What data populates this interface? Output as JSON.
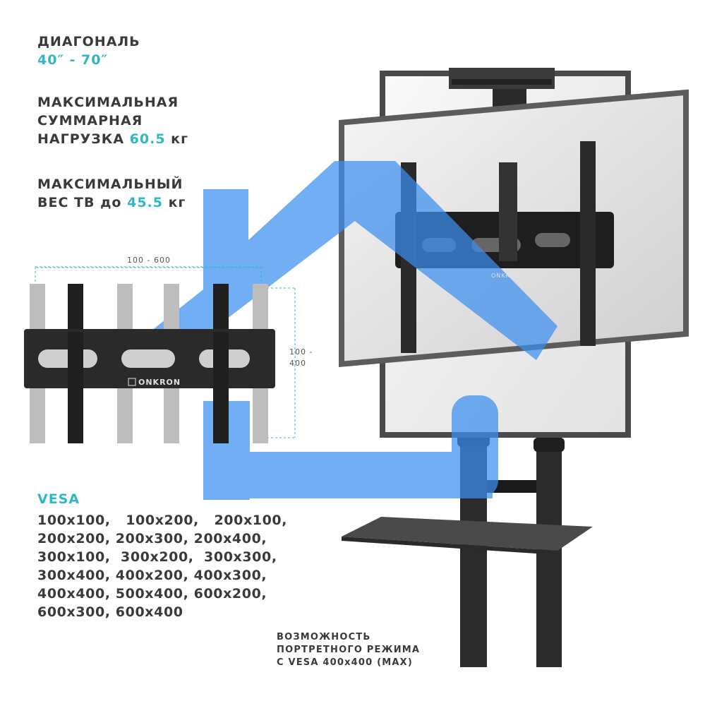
{
  "specs": {
    "diagonal_label": "ДИАГОНАЛЬ",
    "diagonal_value": "40″ - 70″",
    "load_line1": "МАКСИМАЛЬНАЯ",
    "load_line2": "СУММАРНАЯ",
    "load_line3_prefix": "НАГРУЗКА",
    "load_value": "60.5",
    "load_unit": "кг",
    "weight_line1": "МАКСИМАЛЬНЫЙ",
    "weight_line2_prefix": "ВЕС ТВ до",
    "weight_value": "45.5",
    "weight_unit": "кг"
  },
  "mount": {
    "width_range": "100 - 600",
    "height_range_line1": "100 -",
    "height_range_line2": "400",
    "brand": "ONKRON"
  },
  "vesa": {
    "title": "VESA",
    "rows": [
      "100x100,   100x200,   200x100,",
      "200x200, 200x300, 200x400,",
      "300x100,  300x200,  300x300,",
      "300x400, 400x200, 400x300,",
      "400x400, 500x400, 600x200,",
      "600x300, 600x400"
    ]
  },
  "portrait": {
    "line1": "ВОЗМОЖНОСТЬ",
    "line2": "ПОРТРЕТНОГО РЕЖИМА",
    "line3": "С VESA 400x400 (MAX)"
  },
  "colors": {
    "accent": "#2fb8c4",
    "arrow_blue": "#3d8ff0",
    "text": "#3a3a3a"
  }
}
